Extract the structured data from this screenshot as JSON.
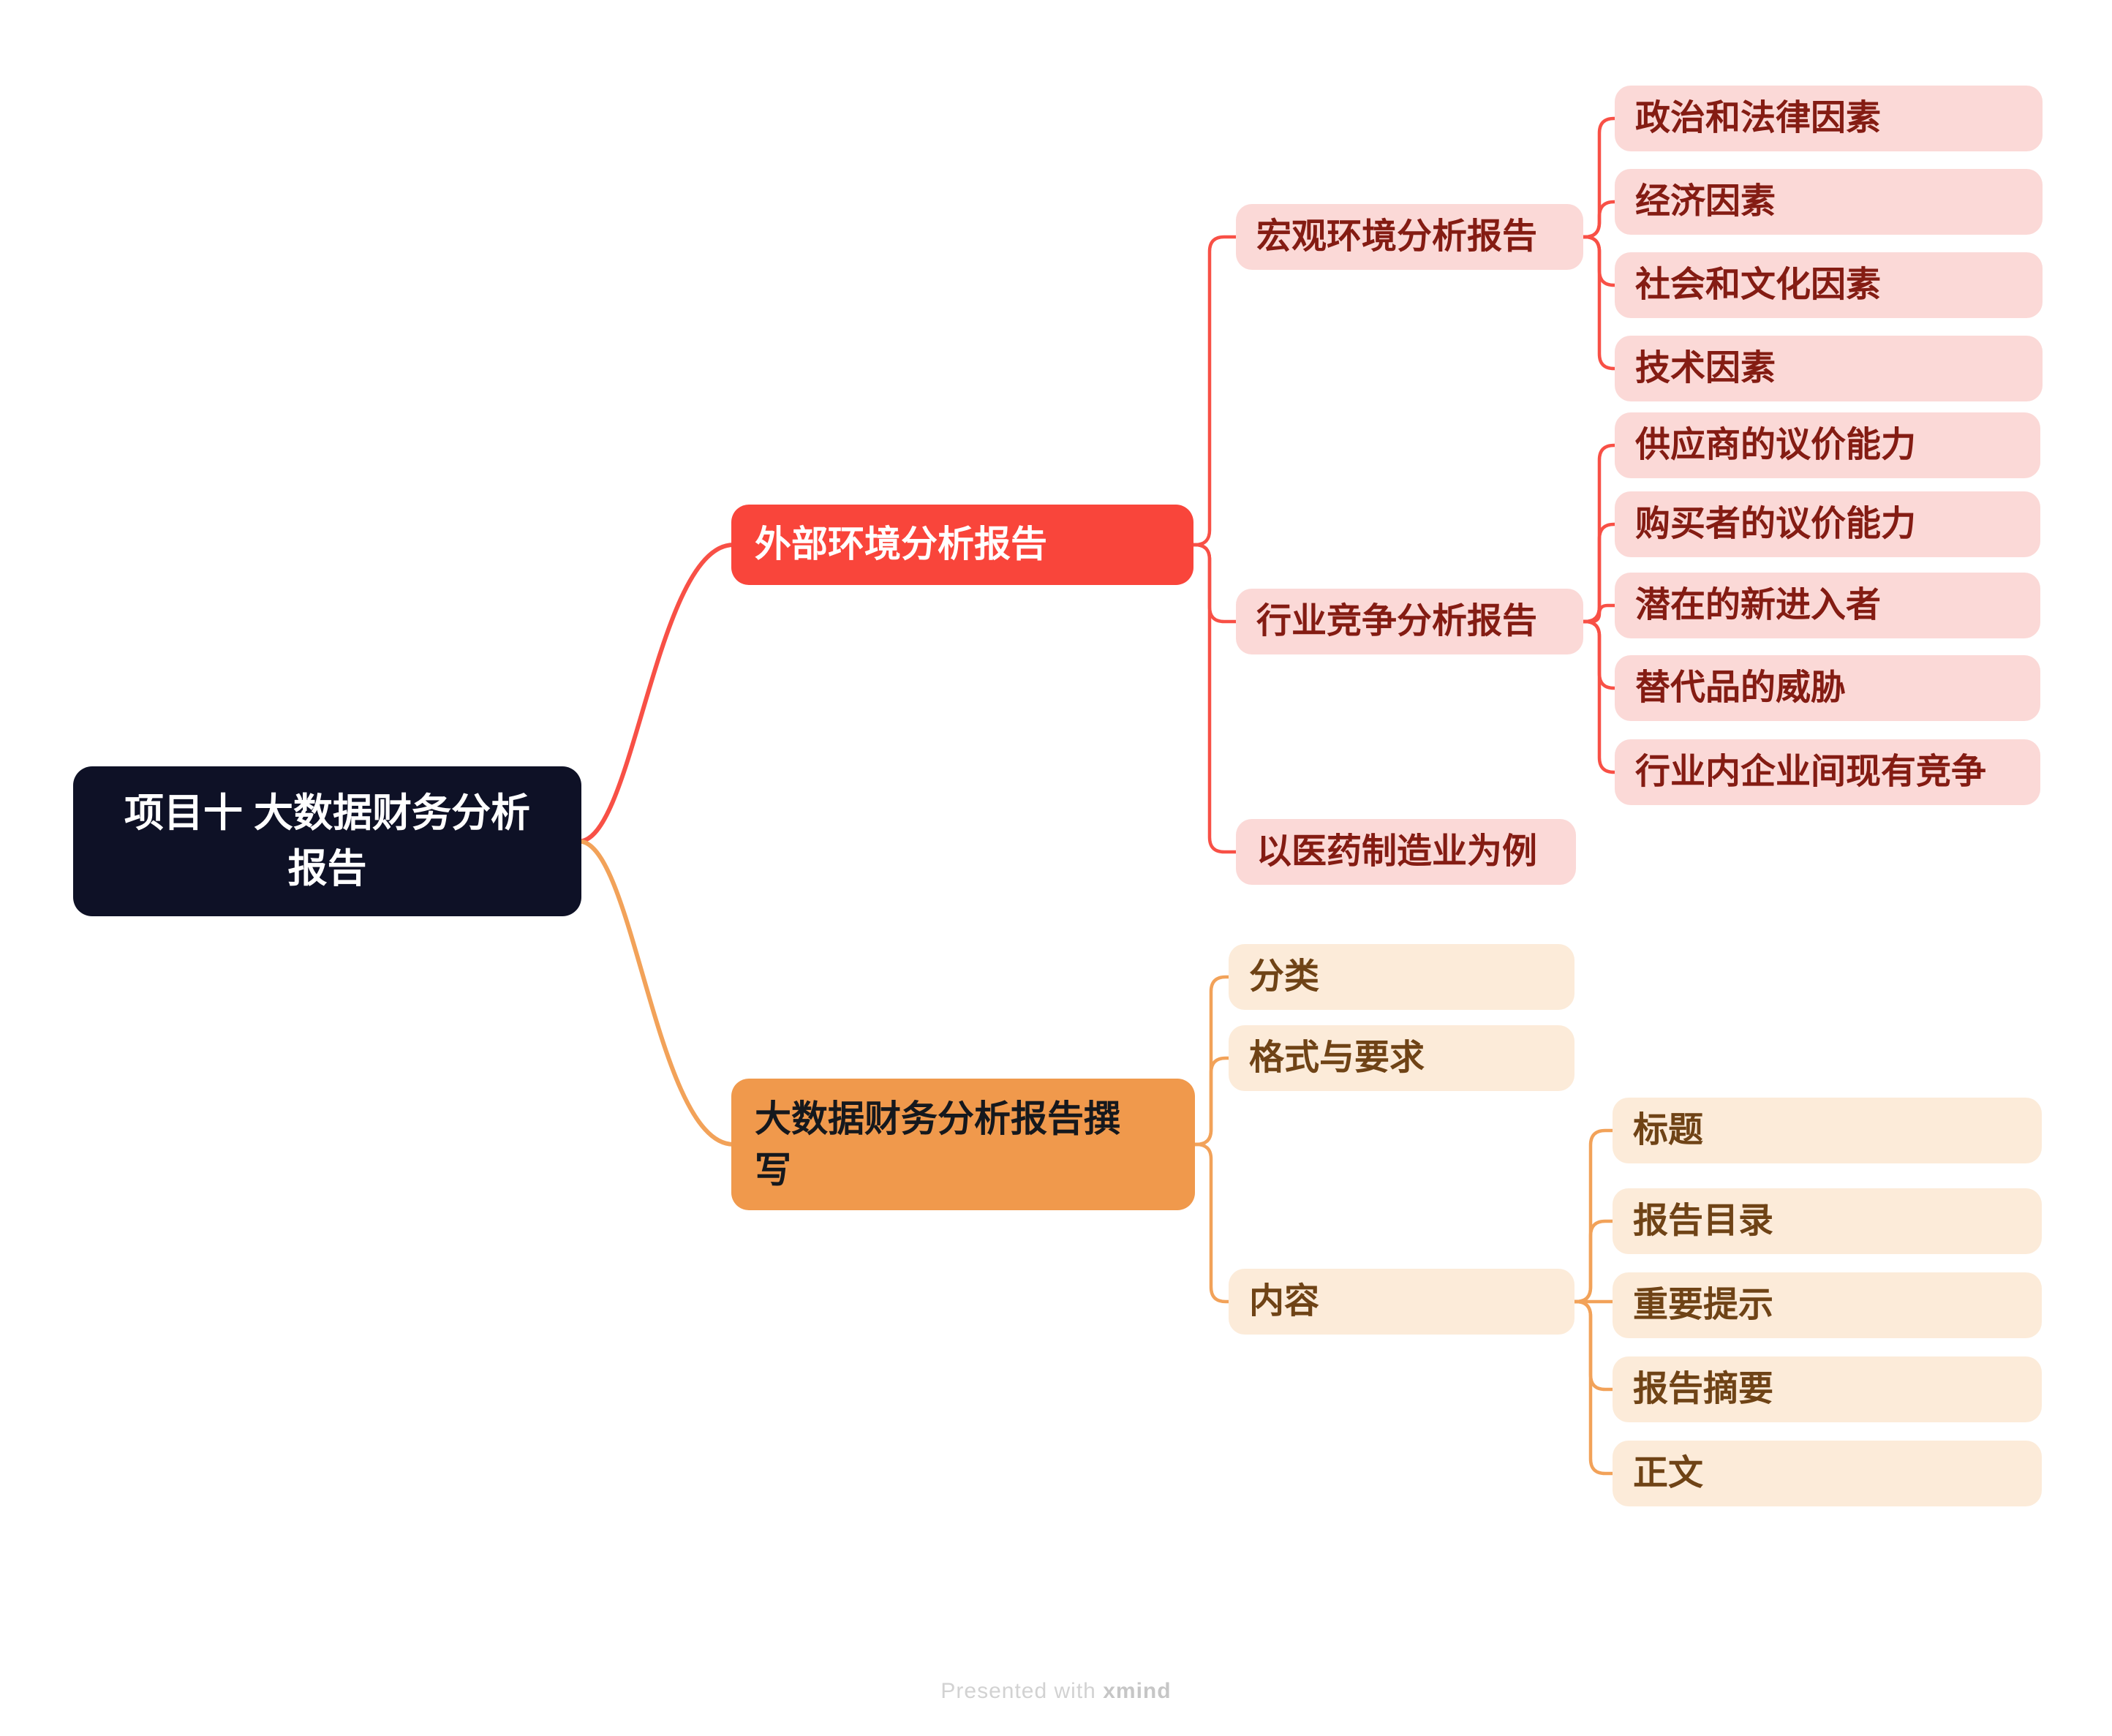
{
  "colors": {
    "canvas_bg": "#FFFFFF",
    "root_bg": "#0E1126",
    "root_text": "#FFFFFF",
    "branch_external_bg": "#F9453B",
    "branch_external_text": "#FFFFFF",
    "branch_writing_bg": "#F0994C",
    "branch_writing_text": "#15181D",
    "pink_topic_bg": "#FBD9D7",
    "pink_topic_text": "#841C13",
    "cream_topic_bg": "#FCEBD9",
    "cream_topic_text": "#6F4316",
    "line_red": "#F85046",
    "line_orange": "#F2A259",
    "footer_text": "#D2D2D2",
    "footer_brand": "#C6C6C6"
  },
  "mindmap": {
    "root": {
      "label": "项目十 大数据财务分析报告"
    },
    "branches": [
      {
        "label": "外部环境分析报告",
        "children": [
          {
            "label": "宏观环境分析报告",
            "children": [
              {
                "label": "政治和法律因素"
              },
              {
                "label": "经济因素"
              },
              {
                "label": "社会和文化因素"
              },
              {
                "label": "技术因素"
              }
            ]
          },
          {
            "label": "行业竞争分析报告",
            "children": [
              {
                "label": "供应商的议价能力"
              },
              {
                "label": "购买者的议价能力"
              },
              {
                "label": "潜在的新进入者"
              },
              {
                "label": "替代品的威胁"
              },
              {
                "label": "行业内企业间现有竞争"
              }
            ]
          },
          {
            "label": "以医药制造业为例",
            "children": []
          }
        ]
      },
      {
        "label": "大数据财务分析报告撰写",
        "children": [
          {
            "label": "分类",
            "children": []
          },
          {
            "label": "格式与要求",
            "children": []
          },
          {
            "label": "内容",
            "children": [
              {
                "label": "标题"
              },
              {
                "label": "报告目录"
              },
              {
                "label": "重要提示"
              },
              {
                "label": "报告摘要"
              },
              {
                "label": "正文"
              }
            ]
          }
        ]
      }
    ]
  },
  "footer": {
    "prefix": "Presented with",
    "brand": "xmind"
  }
}
